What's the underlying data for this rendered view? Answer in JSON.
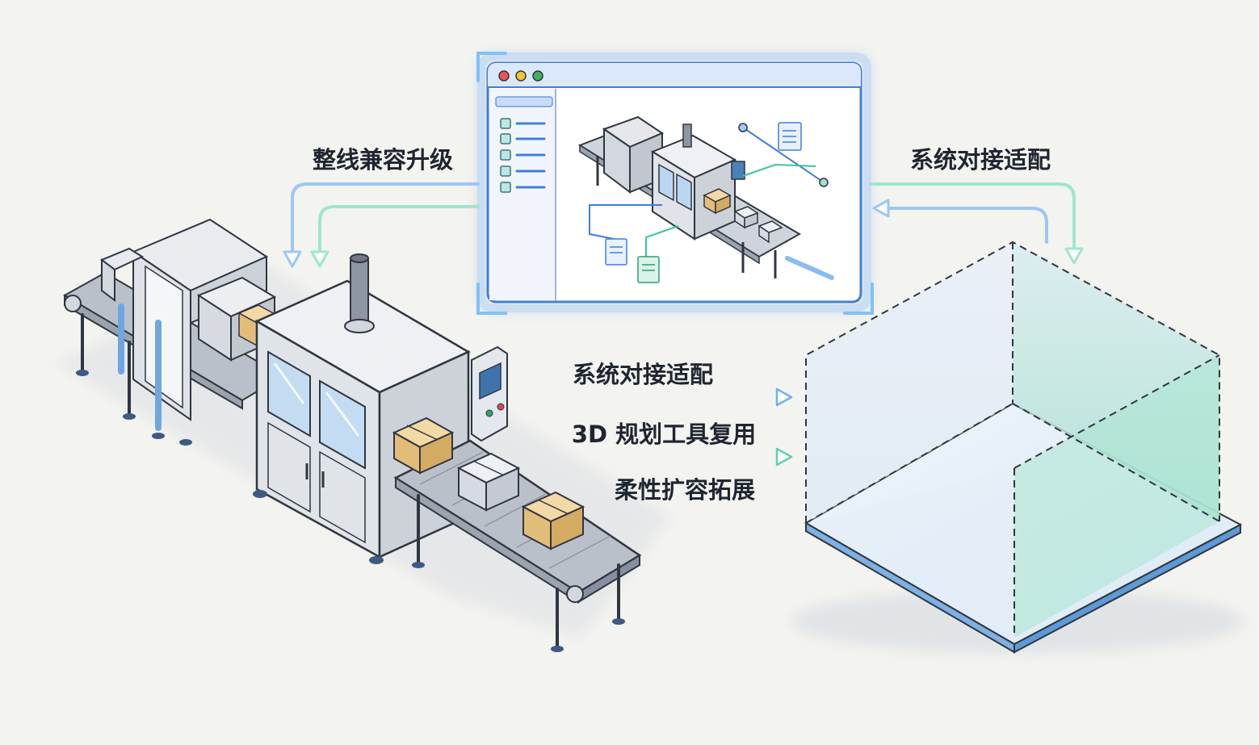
{
  "labels": {
    "upgrade": "整线兼容升级",
    "system_top": "系统对接适配",
    "system_mid": "系统对接适配",
    "tool_reuse": "3D 规划工具复用",
    "expansion": "柔性扩容拓展"
  },
  "window": {
    "dots": [
      "#ef5350",
      "#f4c430",
      "#43b05c"
    ]
  },
  "colors": {
    "accent_blue": "#3c8ef0",
    "accent_green": "#3cc79a",
    "line_dark": "#2f3640",
    "machine_fill": "#e7e9ee",
    "box_fill": "#e9c98e"
  },
  "icons": [
    "conveyor-line",
    "app-window",
    "expansion-volume"
  ]
}
